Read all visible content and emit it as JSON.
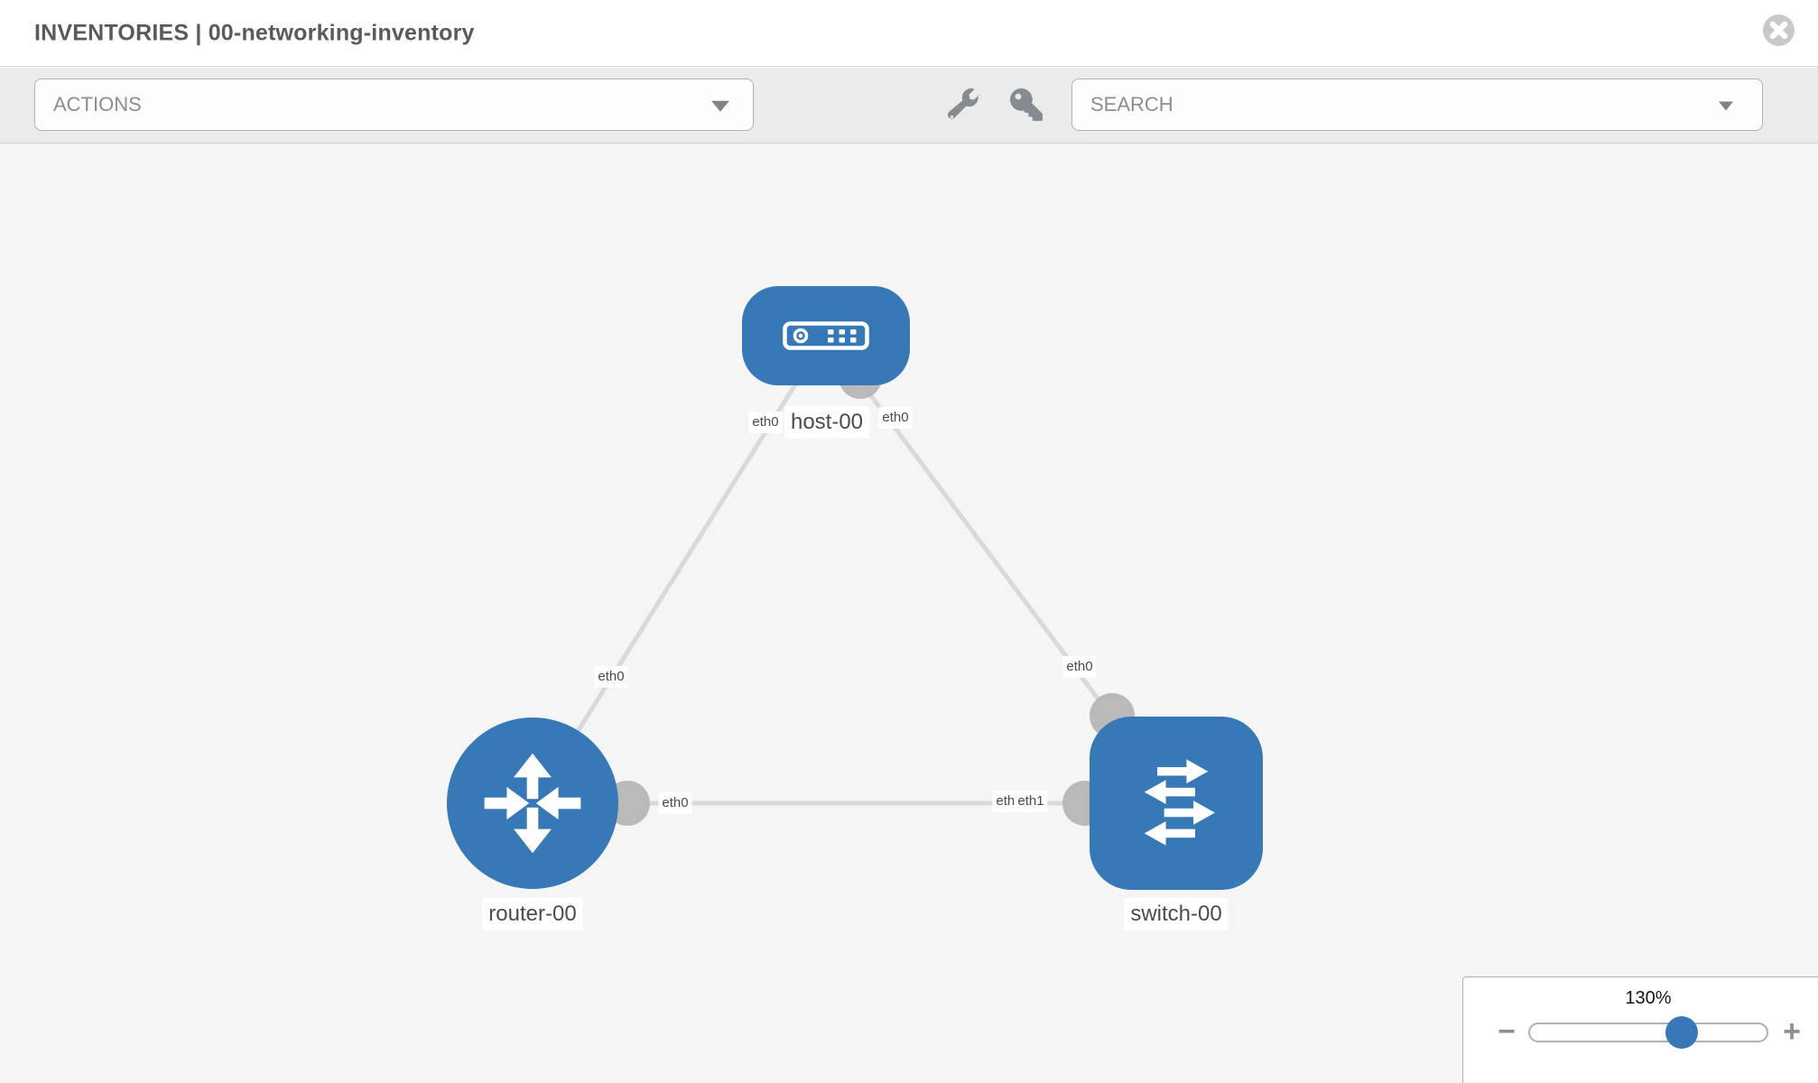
{
  "header": {
    "title": "INVENTORIES | 00-networking-inventory"
  },
  "toolbar": {
    "actions_label": "ACTIONS",
    "search_label": "SEARCH",
    "icons": [
      "wrench",
      "key"
    ]
  },
  "diagram": {
    "nodes": [
      {
        "id": "host-00",
        "label": "host-00",
        "type": "host",
        "icon": "server-icon"
      },
      {
        "id": "router-00",
        "label": "router-00",
        "type": "router",
        "icon": "router-arrows-icon"
      },
      {
        "id": "switch-00",
        "label": "switch-00",
        "type": "switch",
        "icon": "switch-arrows-icon"
      }
    ],
    "links": [
      {
        "source": "host-00",
        "target": "router-00",
        "source_interface": "eth0",
        "target_interface": "eth0"
      },
      {
        "source": "host-00",
        "target": "switch-00",
        "source_interface": "eth0",
        "target_interface": "eth0"
      },
      {
        "source": "router-00",
        "target": "switch-00",
        "source_interface": "eth0",
        "target_interface": "eth1"
      }
    ],
    "interfaces": {
      "host_to_router_host_end": "eth0",
      "host_to_router_router_end": "eth0",
      "host_to_switch_host_end": "eth0",
      "host_to_switch_switch_end": "eth0",
      "router_to_switch_router_end": "eth0",
      "router_to_switch_switch_end_a": "eth0",
      "router_to_switch_switch_end_b": "eth1"
    }
  },
  "zoom_control": {
    "value": "130%",
    "percent": 130,
    "minus": "−",
    "plus": "+"
  },
  "colors": {
    "node_blue": "#3779b7",
    "link_gray": "#d9d9d9",
    "port_gray": "#b9b9b9",
    "canvas_bg": "#f5f5f6",
    "toolbar_bg": "#ebebeb",
    "header_bg": "#ffffff",
    "title_text": "#5a5a5c",
    "label_text": "#4a4a4a"
  }
}
